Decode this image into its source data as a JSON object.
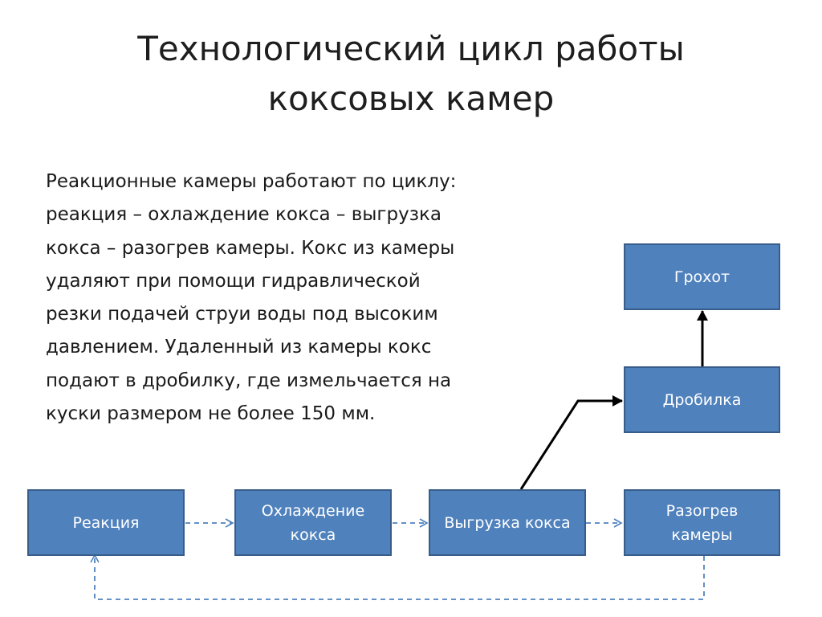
{
  "slide": {
    "title_line1": "Технологический цикл работы",
    "title_line2": "коксовых камер",
    "body_lines": [
      "Реакционные камеры работают по циклу:",
      "реакция – охлаждение кокса – выгрузка",
      "кокса – разогрев камеры. Кокс из камеры",
      "удаляют при помощи гидравлической",
      "резки подачей струи воды под высоким",
      "давлением. Удаленный из камеры кокс",
      "подают в дробилку, где измельчается на",
      "куски размером не более 150 мм."
    ]
  },
  "diagram": {
    "box_fill_color": "#4f81bd",
    "box_border_color": "#385d8a",
    "dashed_arrow_color": "#4f81bd",
    "solid_arrow_color": "#000000",
    "nodes": {
      "reaction": "Реакция",
      "cooling_line1": "Охлаждение",
      "cooling_line2": "кокса",
      "unloading": "Выгрузка кокса",
      "heating_line1": "Разогрев",
      "heating_line2": "камеры",
      "crusher": "Дробилка",
      "screen": "Грохот"
    },
    "edges": [
      {
        "from": "reaction",
        "to": "cooling",
        "style": "dashed"
      },
      {
        "from": "cooling",
        "to": "unloading",
        "style": "dashed"
      },
      {
        "from": "unloading",
        "to": "heating",
        "style": "dashed"
      },
      {
        "from": "heating",
        "to": "reaction",
        "style": "dashed"
      },
      {
        "from": "unloading",
        "to": "crusher",
        "style": "solid"
      },
      {
        "from": "crusher",
        "to": "screen",
        "style": "solid"
      }
    ]
  }
}
